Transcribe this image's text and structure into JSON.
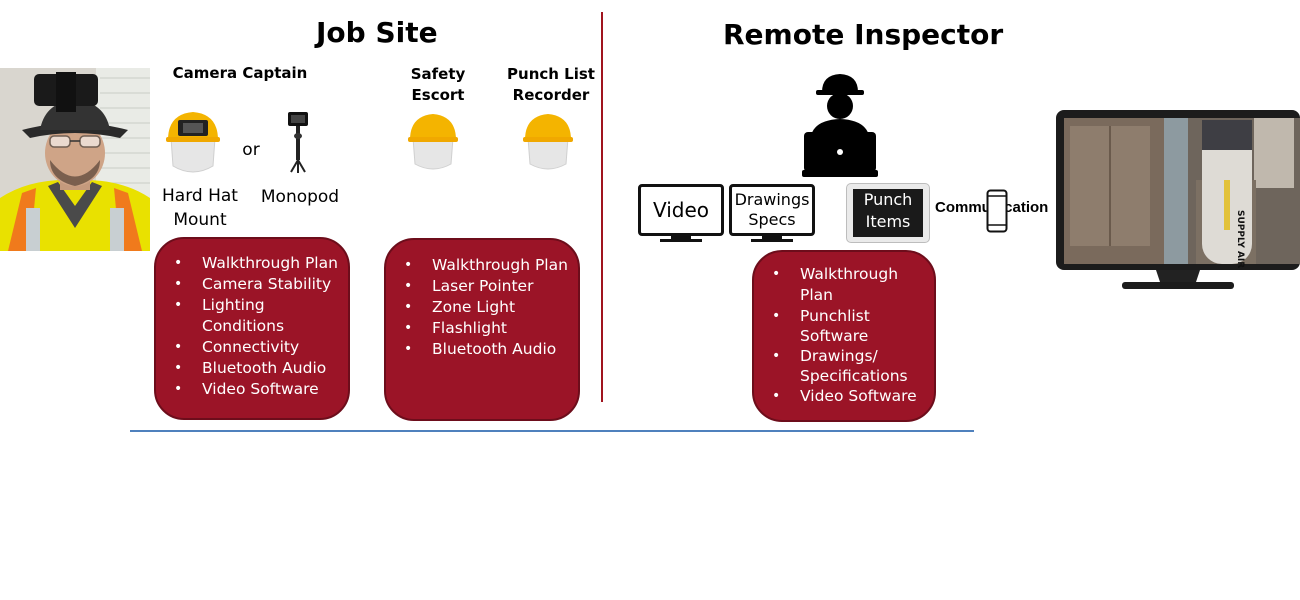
{
  "job_site": {
    "title": "Job Site",
    "camera_captain": "Camera Captain",
    "safety_escort": "Safety\nEscort",
    "punch_list_recorder": "Punch List\nRecorder",
    "hard_hat_mount": "Hard Hat\nMount",
    "or": "or",
    "monopod": "Monopod",
    "box_camera": [
      "Walkthrough Plan",
      "Camera Stability",
      "Lighting\nConditions",
      "Connectivity",
      "Bluetooth Audio",
      "Video Software"
    ],
    "box_escort": [
      "Walkthrough Plan",
      "Laser Pointer",
      "Zone Light",
      "Flashlight",
      "Bluetooth Audio"
    ]
  },
  "remote": {
    "title": "Remote Inspector",
    "video": "Video",
    "drawings_specs": "Drawings\nSpecs",
    "punch_items": "Punch\nItems",
    "communication": "Communication",
    "monitor_label": "SUPPLY AIR",
    "box_remote": [
      "Walkthrough Plan",
      "Punchlist\nSoftware",
      "Drawings/\nSpecifications",
      "Video Software"
    ]
  },
  "colors": {
    "box_fill": "#9b1427",
    "divider": "#a0141e",
    "rule": "#4f81bd",
    "hat": "#f4b400"
  }
}
